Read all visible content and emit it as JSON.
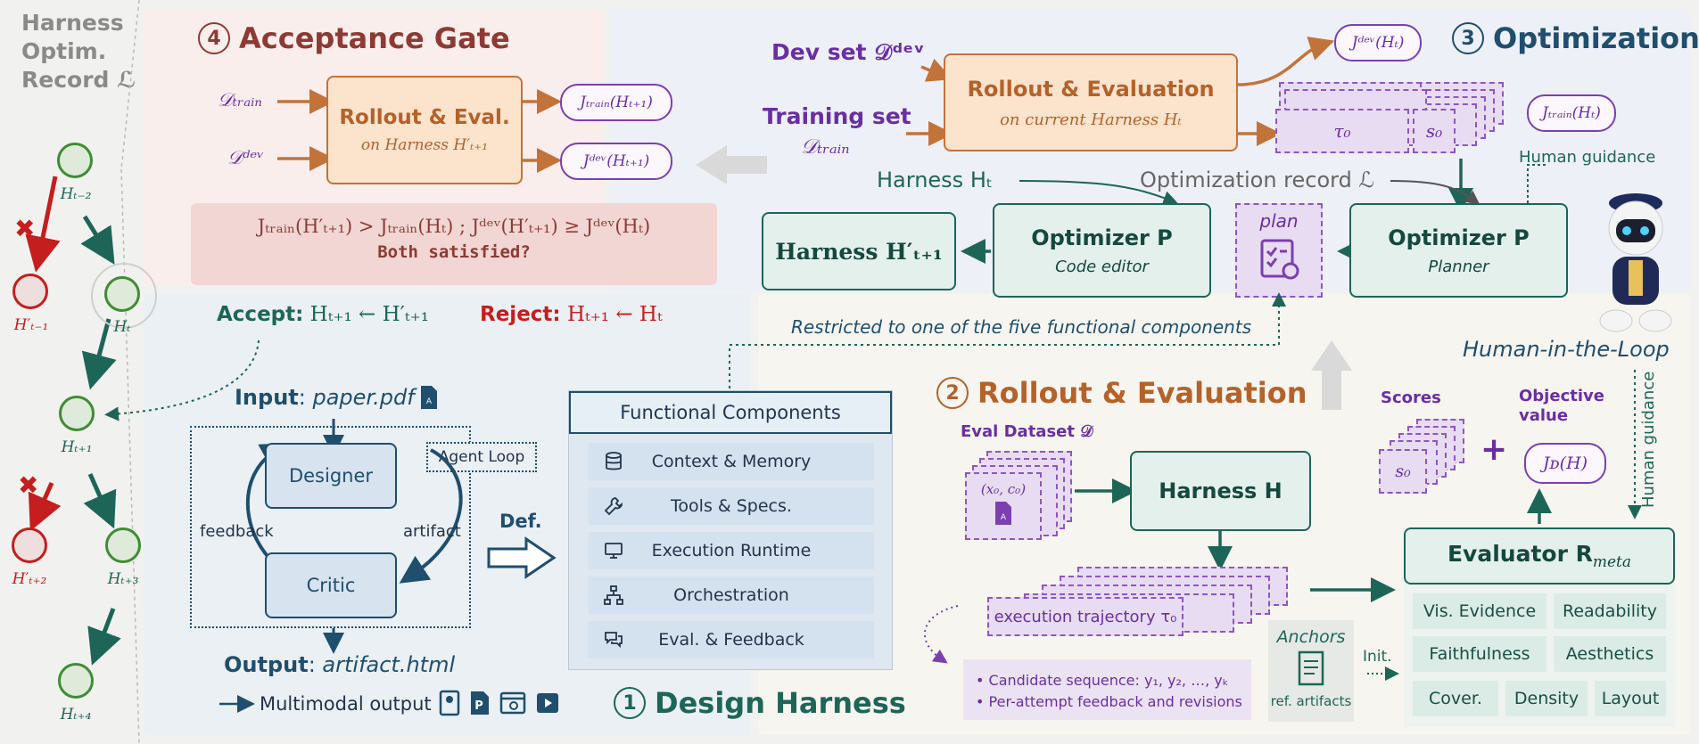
{
  "left_record": {
    "title_lines": [
      "Harness",
      "Optim.",
      "Record ℒ"
    ],
    "nodes": [
      {
        "label": "Hₜ₋₂",
        "status": "accepted"
      },
      {
        "label": "H′ₜ₋₁",
        "status": "rejected"
      },
      {
        "label": "Hₜ",
        "status": "current"
      },
      {
        "label": "Hₜ₊₁",
        "status": "accepted"
      },
      {
        "label": "H′ₜ₊₂",
        "status": "rejected"
      },
      {
        "label": "Hₜ₊₃",
        "status": "accepted"
      },
      {
        "label": "Hₜ₊₄",
        "status": "accepted"
      }
    ],
    "reject_mark": "✖"
  },
  "acceptance_gate": {
    "number": "4",
    "title": "Acceptance Gate",
    "input_train": "𝒟ₜᵣₐᵢₙ",
    "input_dev": "𝒟ᵈᵉᵛ",
    "box_title": "Rollout & Eval.",
    "box_sub": "on Harness H′ₜ₊₁",
    "out_train": "Jₜᵣₐᵢₙ(Hₜ₊₁)",
    "out_dev": "Jᵈᵉᵛ(Hₜ₊₁)",
    "condition": "Jₜᵣₐᵢₙ(H′ₜ₊₁) > Jₜᵣₐᵢₙ(Hₜ) ; Jᵈᵉᵛ(H′ₜ₊₁) ≥ Jᵈᵉᵛ(Hₜ)",
    "question": "Both satisfied?",
    "accept_label": "Accept:",
    "accept_expr": "Hₜ₊₁ ← H′ₜ₊₁",
    "reject_label": "Reject:",
    "reject_expr": "Hₜ₊₁ ← Hₜ"
  },
  "optimization": {
    "number": "3",
    "title": "Optimization",
    "dev_set": "Dev set 𝒟ᵈᵉᵛ",
    "training_set": "Training set",
    "training_set_sym": "𝒟ₜᵣₐᵢₙ",
    "rollout_title": "Rollout & Evaluation",
    "rollout_sub": "on current Harness Hₜ",
    "out_dev": "Jᵈᵉᵛ(Hₜ)",
    "out_train": "Jₜᵣₐᵢₙ(Hₜ)",
    "tau": "τ₀",
    "s": "s₀",
    "harness_ht": "Harness Hₜ",
    "opt_record": "Optimization record ℒ",
    "human_guidance": "Human guidance",
    "harness_new": "Harness H′ₜ₊₁",
    "code_editor_title": "Optimizer P",
    "code_editor_sub": "Code editor",
    "plan": "plan",
    "planner_title": "Optimizer P",
    "planner_sub": "Planner",
    "restricted": "Restricted to one of the five functional components",
    "hitl": "Human-in-the-Loop"
  },
  "design_harness": {
    "number": "1",
    "title": "Design Harness",
    "input_label": "Input",
    "input_value": "paper.pdf",
    "designer": "Designer",
    "critic": "Critic",
    "feedback": "feedback",
    "artifact": "artifact",
    "agent_loop": "Agent Loop",
    "output_label": "Output",
    "output_value": "artifact.html",
    "multimodal": "Multimodal output",
    "def_label": "Def.",
    "fc_title": "Functional Components",
    "components": [
      "Context & Memory",
      "Tools & Specs.",
      "Execution Runtime",
      "Orchestration",
      "Eval. & Feedback"
    ]
  },
  "rollout_eval": {
    "number": "2",
    "title": "Rollout & Evaluation",
    "eval_dataset": "Eval Dataset 𝒟",
    "pair": "(x₀, c₀)",
    "harness": "Harness H",
    "trajectory": "execution trajectory τ₀",
    "candidate_seq": "Candidate sequence: y₁, y₂, …, yₖ",
    "per_attempt": "Per-attempt feedback and revisions",
    "anchors": "Anchors",
    "ref_artifacts": "ref. artifacts",
    "init": "Init.",
    "scores": "Scores",
    "s": "s₀",
    "plus": "+",
    "objective_line1": "Objective",
    "objective_line2": "value",
    "objective_val": "Jᴅ(H)",
    "human_guidance": "Human guidance",
    "evaluator": "Evaluator R",
    "evaluator_sub": "meta",
    "metrics": [
      "Vis. Evidence",
      "Readability",
      "Faithfulness",
      "Aesthetics",
      "Cover.",
      "Density",
      "Layout"
    ]
  },
  "colors": {
    "teal": "#1d6657",
    "orange": "#c2733a",
    "purple": "#7b3fb0",
    "maroon": "#8e3a34",
    "red": "#c41e1e"
  }
}
